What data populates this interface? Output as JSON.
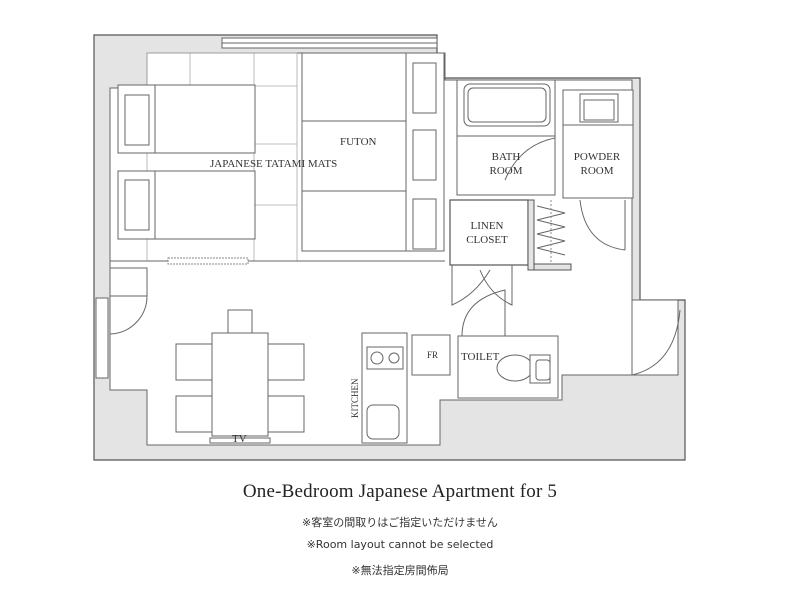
{
  "plan": {
    "labels": {
      "tatami": "JAPANESE TATAMI MATS",
      "futon": "FUTON",
      "bath_1": "BATH",
      "bath_2": "ROOM",
      "powder_1": "POWDER",
      "powder_2": "ROOM",
      "linen_1": "LINEN",
      "linen_2": "CLOSET",
      "fr": "FR",
      "toilet": "TOILET",
      "kitchen": "KITCHEN",
      "tv": "TV"
    }
  },
  "caption": {
    "title": "One-Bedroom Japanese Apartment for 5",
    "note_ja": "※客室の間取りはご指定いただけません",
    "note_en": "※Room layout cannot be selected",
    "note_zh": "※無法指定房間佈局"
  }
}
